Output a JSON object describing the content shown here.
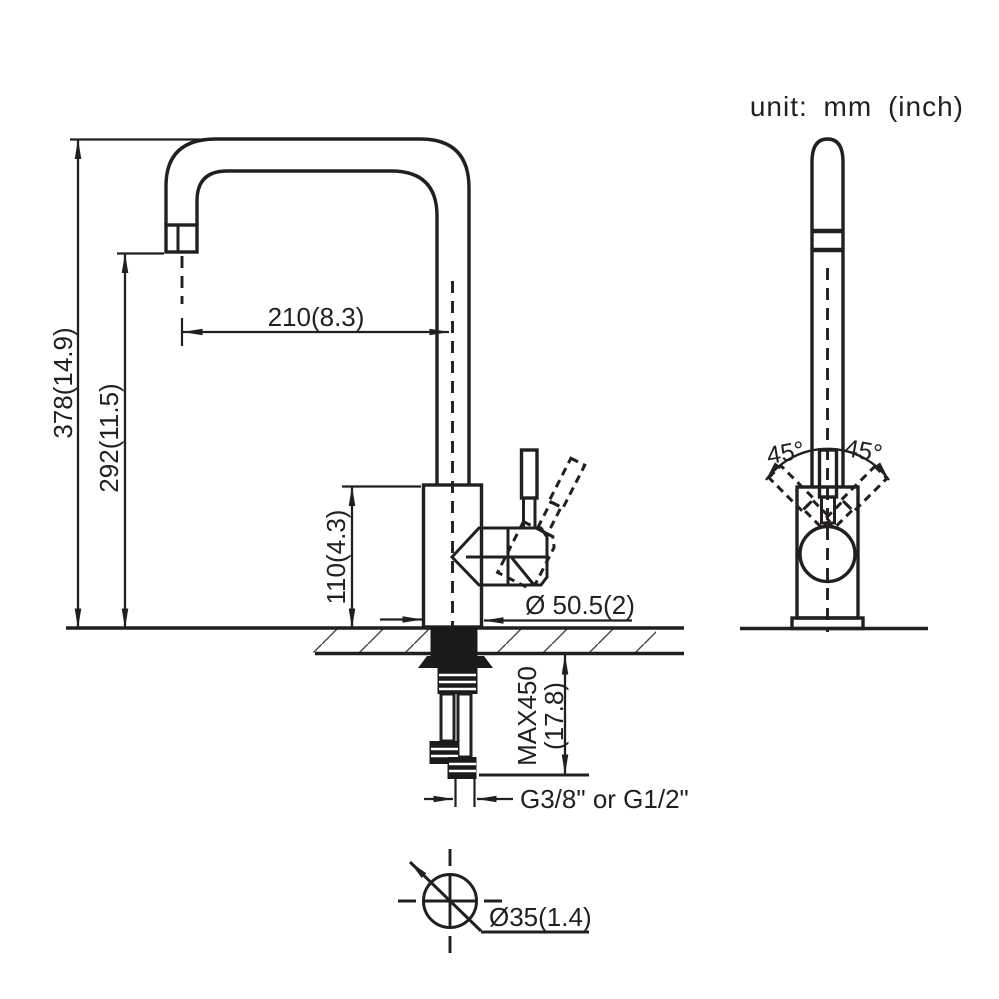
{
  "unit_note": "unit: mm (inch)",
  "dimensions": {
    "total_height": "378(14.9)",
    "spout_outlet_height": "292(11.5)",
    "spout_reach": "210(8.3)",
    "body_height": "110(4.3)",
    "base_diameter": "Ø 50.5(2)",
    "max_hose_length": "MAX450",
    "max_hose_length_inch": "(17.8)",
    "connection_thread": "G3/8\" or G1/2\"",
    "mounting_hole_diameter": "Ø35(1.4)",
    "swivel_angle_left": "45°",
    "swivel_angle_right": "45°"
  },
  "style": {
    "line_color": "#231f20",
    "background": "#ffffff"
  }
}
